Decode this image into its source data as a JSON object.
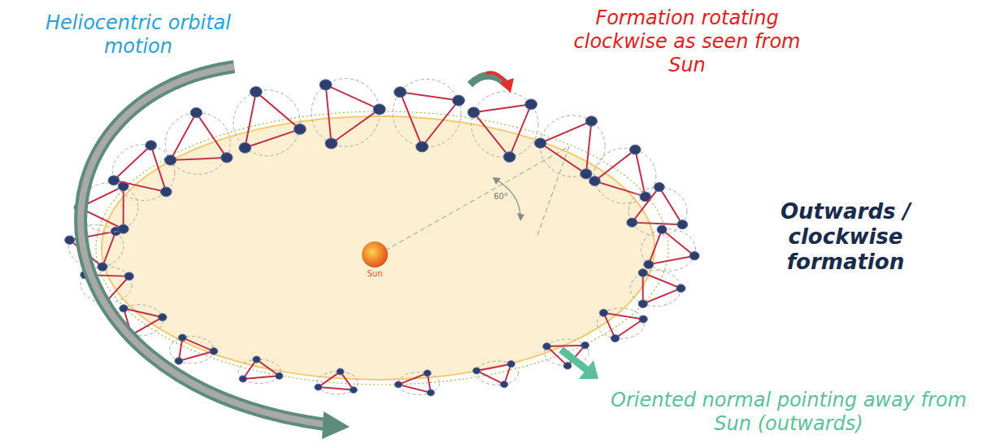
{
  "diagram": {
    "labels": [
      "Heliocentric orbital motion",
      "Formation rotating clockwise as seen from Sun",
      "Outwards / clockwise formation",
      "Oriented normal pointing away from Sun (outwards)",
      "60°",
      "Sun"
    ]
  }
}
